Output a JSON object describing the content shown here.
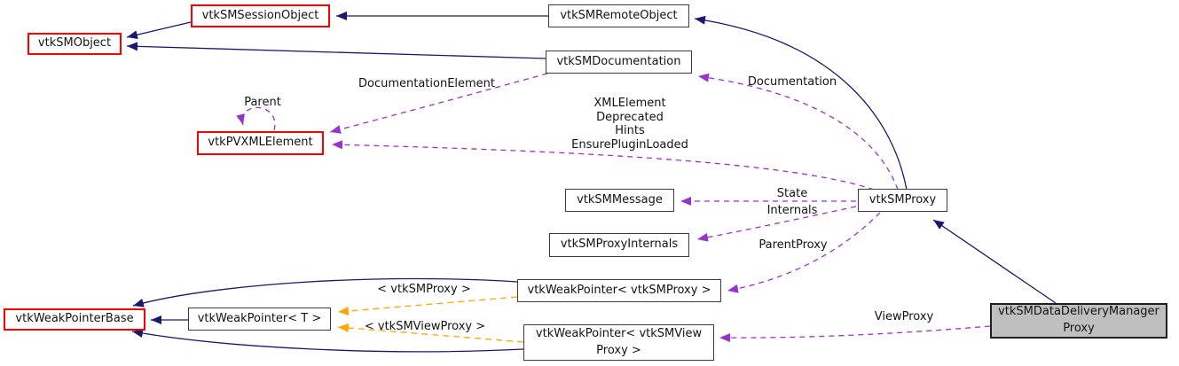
{
  "colors": {
    "inheritance": "#191970",
    "usage": "#9a32cd",
    "template_relation": "#ffa500",
    "node_border": "#3c3c3c",
    "highlight_border": "#ff0000",
    "focus_fill": "#bfbfbf"
  },
  "nodes": {
    "session_object": "vtkSMSessionObject",
    "sm_object": "vtkSMObject",
    "remote_object": "vtkSMRemoteObject",
    "documentation": "vtkSMDocumentation",
    "pvxml_element": "vtkPVXMLElement",
    "message": "vtkSMMessage",
    "proxy": "vtkSMProxy",
    "proxy_internals": "vtkSMProxyInternals",
    "weak_ptr_proxy": "vtkWeakPointer< vtkSMProxy >",
    "weak_ptr_t": "vtkWeakPointer< T >",
    "weak_ptr_view_proxy": "vtkWeakPointer< vtkSMView\nProxy >",
    "focus": "vtkSMDataDeliveryManager\nProxy"
  },
  "edge_labels": {
    "parent": "Parent",
    "documentation_element": "DocumentationElement",
    "documentation": "Documentation",
    "xml_members": "XMLElement\nDeprecated\nHints\nEnsurePluginLoaded",
    "state": "State",
    "internals": "Internals",
    "parent_proxy": "ParentProxy",
    "view_proxy": "ViewProxy",
    "tpl_smproxy": "< vtkSMProxy >",
    "tpl_smviewproxy": "< vtkSMViewProxy >"
  }
}
